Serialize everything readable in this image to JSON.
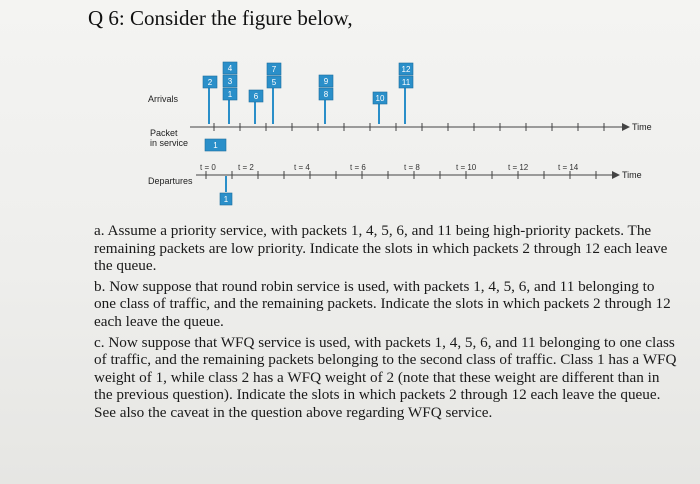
{
  "heading": "Q 6: Consider the figure below,",
  "figure": {
    "arrivals_label": "Arrivals",
    "packet_in_service_label": "Packet in service",
    "departures_label": "Departures",
    "time_label": "Time",
    "slot_labels": [
      "t = 0",
      "t = 2",
      "t = 4",
      "t = 6",
      "t = 8",
      "t = 10",
      "t = 12",
      "t = 14"
    ],
    "arrival_stacks": [
      {
        "packets": [
          "2"
        ]
      },
      {
        "packets": [
          "1",
          "3",
          "4"
        ]
      },
      {
        "packets": [
          "6"
        ]
      },
      {
        "packets": [
          "5",
          "7"
        ]
      },
      {
        "packets": [
          "8",
          "9"
        ]
      },
      {
        "packets": [
          "10"
        ]
      },
      {
        "packets": [
          "11",
          "12"
        ]
      }
    ],
    "packet_in_service": "1",
    "departure": "1"
  },
  "questions": [
    "a. Assume a priority service, with packets 1, 4, 5, 6, and 11 being high-priority packets. The remaining packets are low priority. Indicate the slots in which packets 2 through 12 each leave the queue.",
    "b. Now suppose that round robin service is used, with packets 1, 4, 5, 6, and 11 belonging to one class of traffic, and the remaining packets. Indicate the slots in which packets 2 through 12 each leave the queue.",
    "c. Now suppose that WFQ service is used, with packets 1, 4, 5, 6, and 11 belonging to one class of traffic, and the remaining packets belonging to the second class of traffic. Class 1 has a WFQ weight of 1, while class 2 has a WFQ weight of 2 (note that these weight are different than in the previous question). Indicate the slots in which packets 2 through 12 each leave the queue. See also the caveat in the question above regarding WFQ service."
  ]
}
